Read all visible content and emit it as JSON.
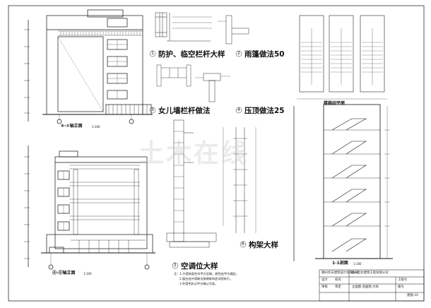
{
  "views": {
    "elevation_b": {
      "title": "⑧-①轴立面",
      "scale": "1:100"
    },
    "elevation_a": {
      "title": "Ⓐ-Ⓔ轴立面",
      "scale": "1:100"
    },
    "details": [
      {
        "num": "1",
        "title": "防护、临空栏杆大样"
      },
      {
        "num": "2",
        "title": "雨篷做法50"
      },
      {
        "num": "3",
        "title": "女儿墙栏杆做法"
      },
      {
        "num": "4",
        "title": "压顶做法25"
      },
      {
        "num": "5",
        "title": "空调位大样"
      },
      {
        "num": "6",
        "title": "构架大样"
      }
    ],
    "stair_plan": {
      "title": "楼梯间平面"
    },
    "section": {
      "title": "1-1剖面",
      "scale": "1:100"
    }
  },
  "notes": [
    "注：1.外墙饰面色另甲方定做，颜色由甲方确定。",
    "2.窗台处外墙做法按建筑构造详图执行。",
    "3.外墙色彩以甲方确认为准。"
  ],
  "title_block": {
    "company": "赣州华天建筑设计有限公司",
    "project": "赣州宏达建筑工程有限公司",
    "drawing": "立面图 剖面图 大样",
    "sheet_no": "建施-10",
    "fields": [
      "设计",
      "校对",
      "审核",
      "审定",
      "工程号",
      "图号"
    ]
  },
  "watermark": "土木在线",
  "colors": {
    "line": "#111111",
    "window": "#222222",
    "watermark": "#c8c8c8"
  }
}
